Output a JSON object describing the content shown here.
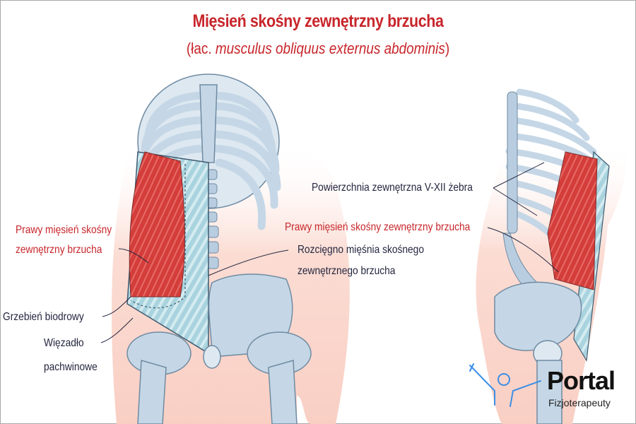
{
  "header": {
    "title": "Mięsień skośny zewnętrzny brzucha",
    "subtitle_prefix": "(łac. ",
    "subtitle_latin": "musculus obliquus externus abdominis",
    "subtitle_suffix": ")"
  },
  "labels": {
    "front_muscle_line1": "Prawy mięsień skośny",
    "front_muscle_line2": "zewnętrzny brzucha",
    "iliac_crest": "Grzebień biodrowy",
    "inguinal_line1": "Więzadło",
    "inguinal_line2": "pachwinowe",
    "aponeurosis_line1": "Rozcięgno mięśnia skośnego",
    "aponeurosis_line2": "zewnętrznego brzucha",
    "ribs_surface": "Powierzchnia zewnętrzna V-XII żebra",
    "side_muscle": "Prawy mięsień skośny zewnętrzny brzucha"
  },
  "logo": {
    "name": "Portal",
    "tagline": "Fizjoterapeuty",
    "icon": "person-arms-raised-icon"
  },
  "colors": {
    "title_red": "#c8262b",
    "label_dark": "#24263f",
    "muscle_red": "#d9403f",
    "bone_blue": "#c5d7e6",
    "skin_pink": "#fbdcd3",
    "logo_blue": "#3b8fe6"
  }
}
